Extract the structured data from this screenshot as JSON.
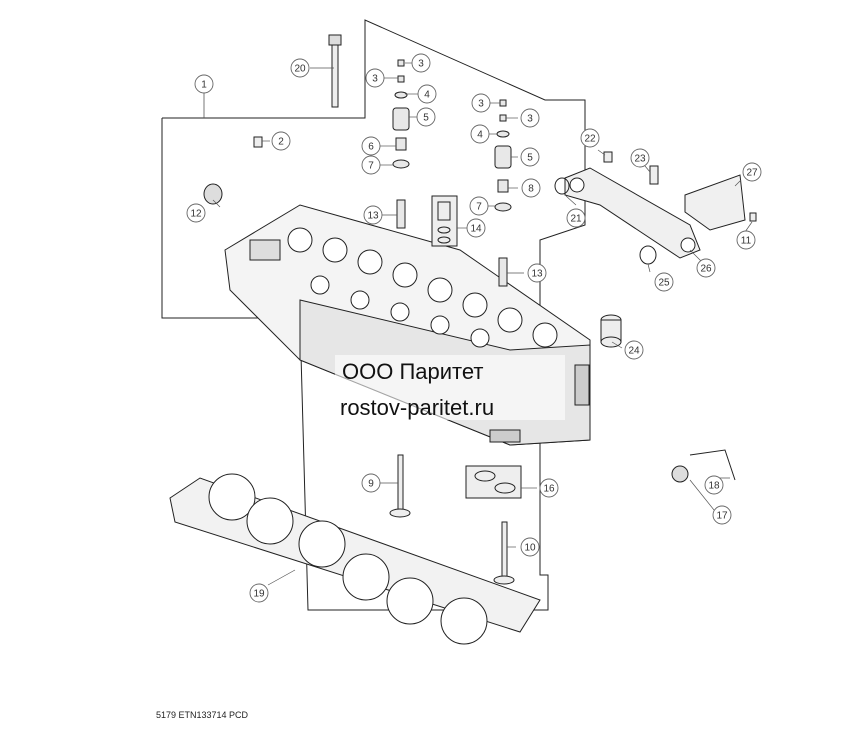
{
  "diagram": {
    "callouts": [
      {
        "label": "1"
      },
      {
        "label": "2"
      },
      {
        "label": "3"
      },
      {
        "label": "3"
      },
      {
        "label": "4"
      },
      {
        "label": "5"
      },
      {
        "label": "6"
      },
      {
        "label": "7"
      },
      {
        "label": "3"
      },
      {
        "label": "3"
      },
      {
        "label": "4"
      },
      {
        "label": "5"
      },
      {
        "label": "8"
      },
      {
        "label": "7"
      },
      {
        "label": "9"
      },
      {
        "label": "10"
      },
      {
        "label": "11"
      },
      {
        "label": "12"
      },
      {
        "label": "13"
      },
      {
        "label": "13"
      },
      {
        "label": "14"
      },
      {
        "label": "16"
      },
      {
        "label": "17"
      },
      {
        "label": "18"
      },
      {
        "label": "19"
      },
      {
        "label": "20"
      },
      {
        "label": "21"
      },
      {
        "label": "22"
      },
      {
        "label": "23"
      },
      {
        "label": "24"
      },
      {
        "label": "25"
      },
      {
        "label": "26"
      },
      {
        "label": "27"
      }
    ],
    "watermark_line1": "ООО Паритет",
    "watermark_line2": "rostov-paritet.ru",
    "figure_code": "5179 ETN133714 PCD"
  }
}
